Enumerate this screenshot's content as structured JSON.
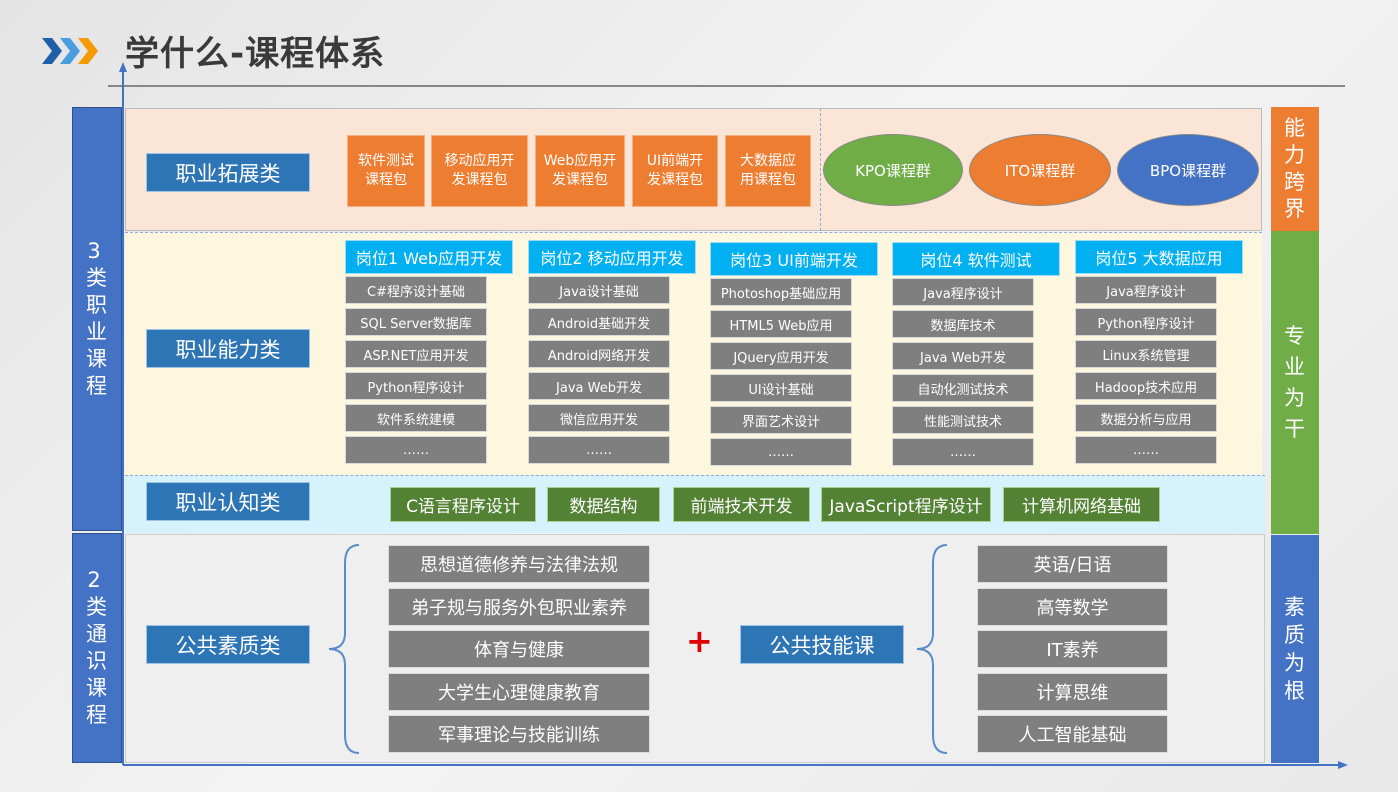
{
  "title": "学什么-课程体系",
  "left_bar": {
    "upper": "3类职业课程",
    "lower": "2类通识课程"
  },
  "right_bar": {
    "top": "能力跨界",
    "middle": "专业为干",
    "bottom": "素质为根"
  },
  "expansion": {
    "label": "职业拓展类",
    "packages": [
      "软件测试课程包",
      "移动应用开发课程包",
      "Web应用开发课程包",
      "UI前端开发课程包",
      "大数据应用课程包"
    ],
    "groups": [
      "KPO课程群",
      "ITO课程群",
      "BPO课程群"
    ]
  },
  "ability": {
    "label": "职业能力类",
    "columns": [
      {
        "header": "岗位1 Web应用开发",
        "items": [
          "C#程序设计基础",
          "SQL Server数据库",
          "ASP.NET应用开发",
          "Python程序设计",
          "软件系统建模",
          "……"
        ]
      },
      {
        "header": "岗位2 移动应用开发",
        "items": [
          "Java设计基础",
          "Android基础开发",
          "Android网络开发",
          "Java Web开发",
          "微信应用开发",
          "……"
        ]
      },
      {
        "header": "岗位3 UI前端开发",
        "items": [
          "Photoshop基础应用",
          "HTML5 Web应用",
          "JQuery应用开发",
          "UI设计基础",
          "界面艺术设计",
          "……"
        ]
      },
      {
        "header": "岗位4 软件测试",
        "items": [
          "Java程序设计",
          "数据库技术",
          "Java Web开发",
          "自动化测试技术",
          "性能测试技术",
          "……"
        ]
      },
      {
        "header": "岗位5 大数据应用",
        "items": [
          "Java程序设计",
          "Python程序设计",
          "Linux系统管理",
          "Hadoop技术应用",
          "数据分析与应用",
          "……"
        ]
      }
    ]
  },
  "cognition": {
    "label": "职业认知类",
    "items": [
      "C语言程序设计",
      "数据结构",
      "前端技术开发",
      "JavaScript程序设计",
      "计算机网络基础"
    ]
  },
  "general": {
    "label": "公共素质类",
    "items": [
      "思想道德修养与法律法规",
      "弟子规与服务外包职业素养",
      "体育与健康",
      "大学生心理健康教育",
      "军事理论与技能训练"
    ],
    "plus": "+",
    "skills_label": "公共技能课",
    "skills": [
      "英语/日语",
      "高等数学",
      "IT素养",
      "计算思维",
      "人工智能基础"
    ]
  }
}
